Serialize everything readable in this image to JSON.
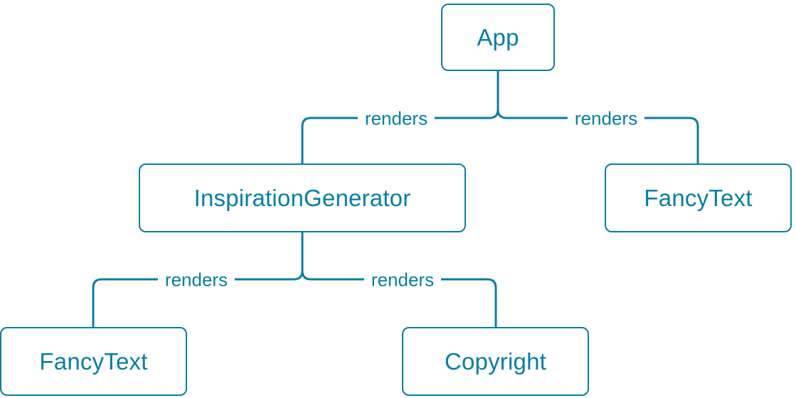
{
  "diagram": {
    "type": "component-render-tree",
    "accent_color": "#087ea4",
    "node_background": "#ffffff",
    "page_background": "#ffffff",
    "nodes": [
      {
        "id": "app",
        "label": "App"
      },
      {
        "id": "inspiration-generator",
        "label": "InspirationGenerator"
      },
      {
        "id": "fancy-text-right",
        "label": "FancyText"
      },
      {
        "id": "fancy-text-left",
        "label": "FancyText"
      },
      {
        "id": "copyright",
        "label": "Copyright"
      }
    ],
    "edges": [
      {
        "from": "app",
        "to": "inspiration-generator",
        "label": "renders"
      },
      {
        "from": "app",
        "to": "fancy-text-right",
        "label": "renders"
      },
      {
        "from": "inspiration-generator",
        "to": "fancy-text-left",
        "label": "renders"
      },
      {
        "from": "inspiration-generator",
        "to": "copyright",
        "label": "renders"
      }
    ]
  }
}
